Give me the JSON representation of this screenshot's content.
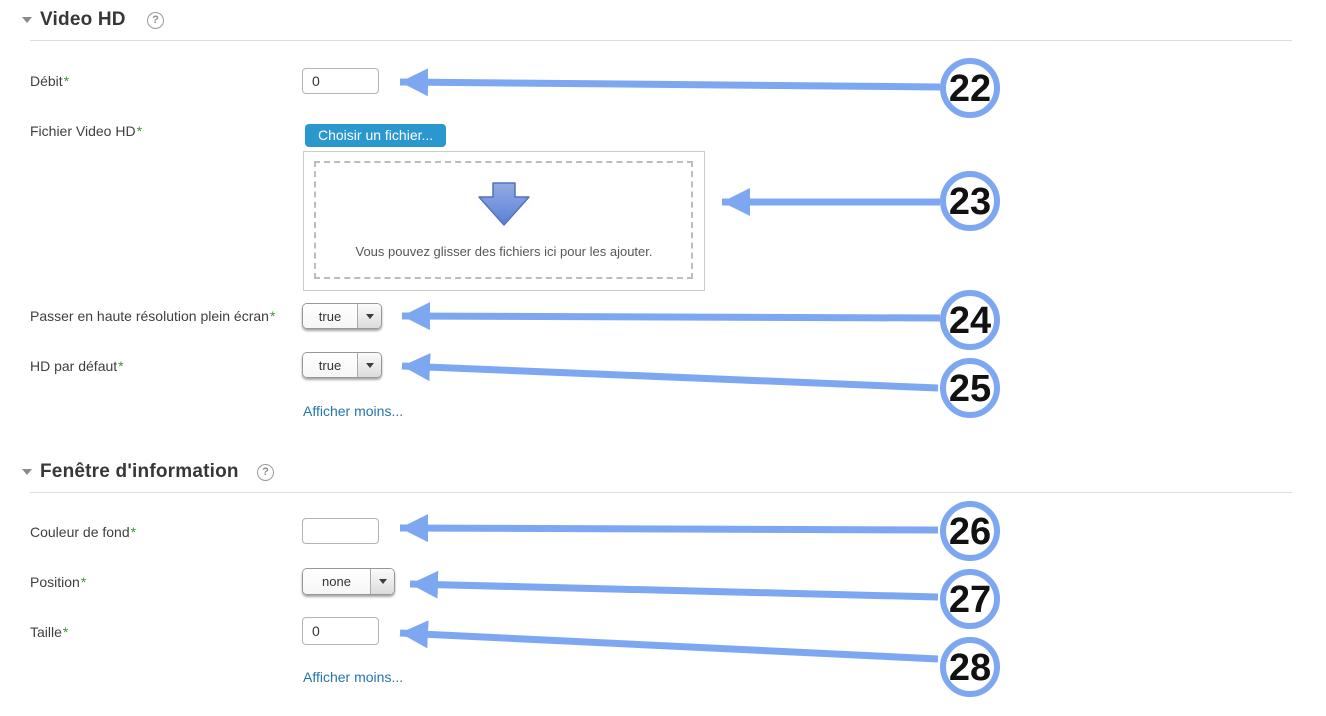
{
  "sections": [
    {
      "title": "Video HD",
      "collapse_icon": "triangle-down",
      "help_icon": "?",
      "rows": [
        {
          "label": "Débit",
          "required": "*",
          "type": "text-input",
          "value": "0"
        },
        {
          "label": "Fichier Video HD",
          "required": "*",
          "type": "filepicker",
          "button_label": "Choisir un fichier...",
          "dropzone_text": "Vous pouvez glisser des fichiers ici pour les ajouter."
        },
        {
          "label": "Passer en haute résolution plein écran",
          "required": "*",
          "type": "select",
          "value": "true"
        },
        {
          "label": "HD par défaut",
          "required": "*",
          "type": "select",
          "value": "true"
        }
      ],
      "show_less_link": "Afficher moins..."
    },
    {
      "title": "Fenêtre d'information",
      "collapse_icon": "triangle-down",
      "help_icon": "?",
      "rows": [
        {
          "label": "Couleur de fond",
          "required": "*",
          "type": "text-input",
          "value": ""
        },
        {
          "label": "Position",
          "required": "*",
          "type": "select",
          "value": "none"
        },
        {
          "label": "Taille",
          "required": "*",
          "type": "text-input",
          "value": "0"
        }
      ],
      "show_less_link": "Afficher moins..."
    }
  ],
  "annotations": {
    "numbers": [
      "22",
      "23",
      "24",
      "25",
      "26",
      "27",
      "28"
    ]
  },
  "colors": {
    "annotation_blue": "#7da7f1",
    "link_blue": "#2575ae",
    "button_blue": "#2b97cf",
    "required_green": "#399839",
    "dropzone_arrow_top": "#93abe3",
    "dropzone_arrow_bottom": "#5b80d5"
  }
}
